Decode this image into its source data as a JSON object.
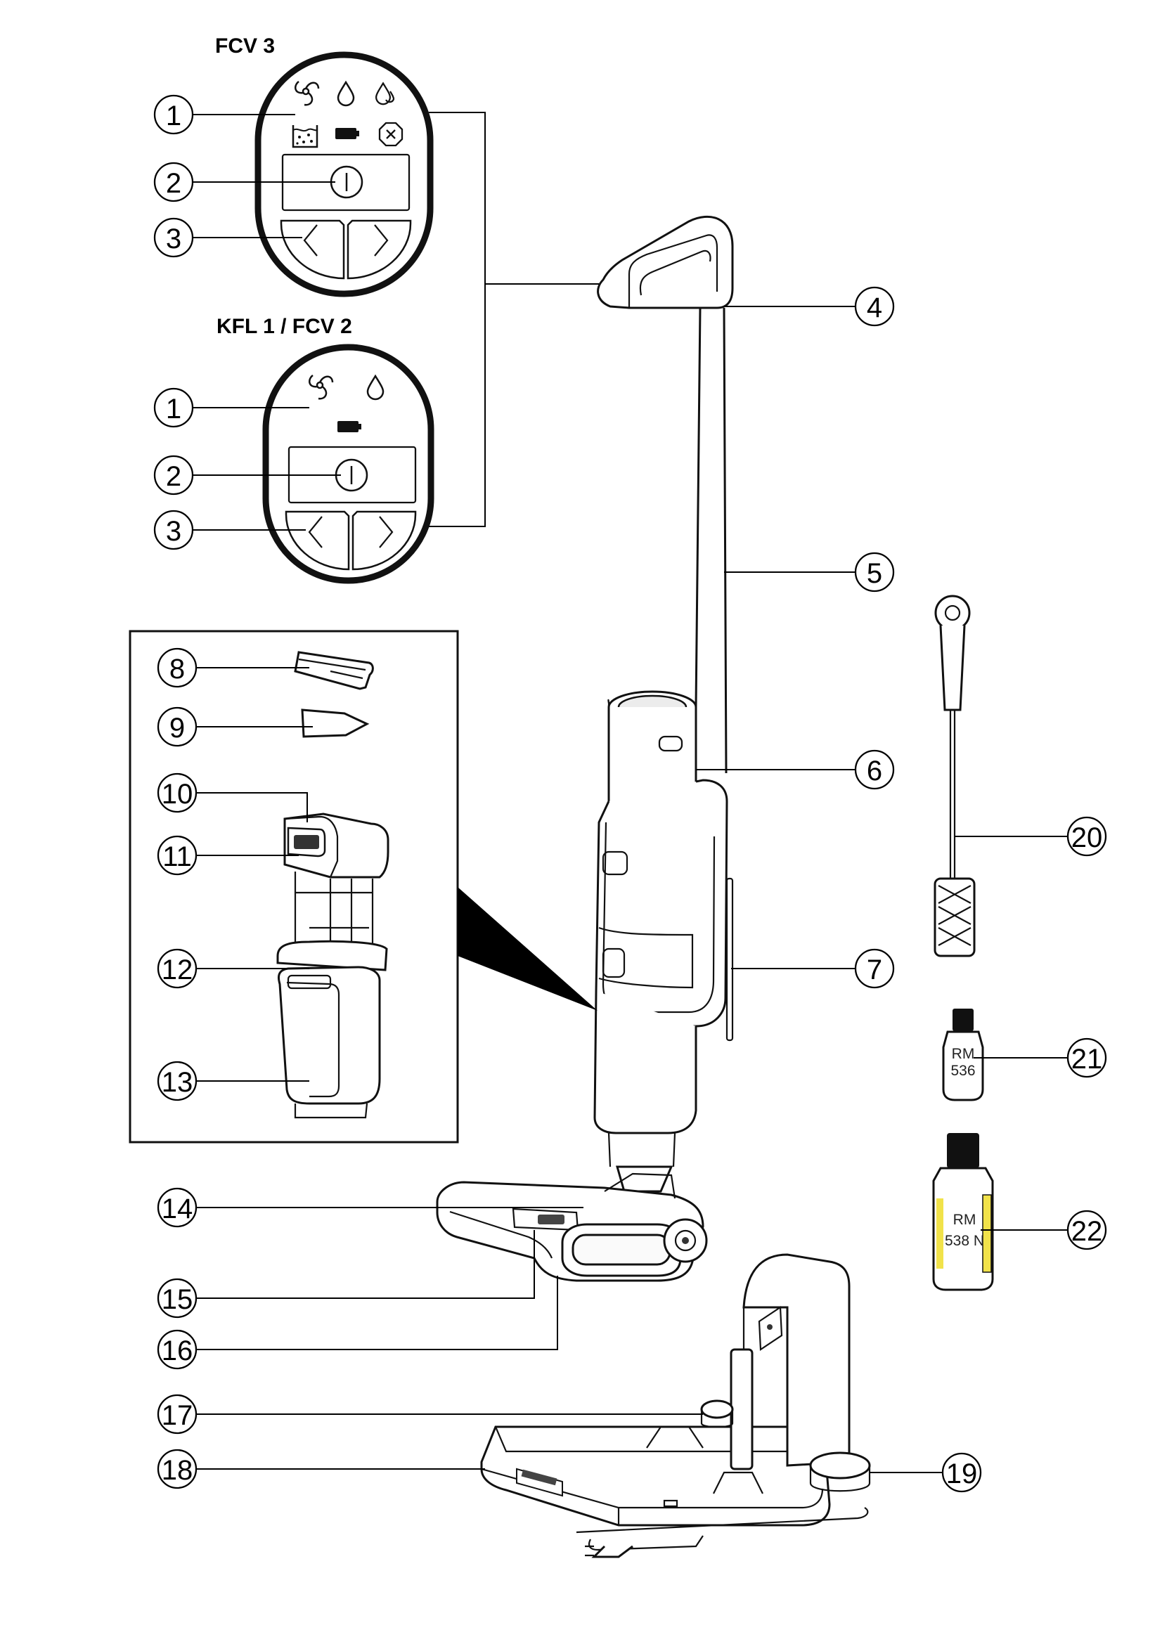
{
  "panels": {
    "fcv3_title": "FCV 3",
    "kfl1_title": "KFL 1 / FCV 2"
  },
  "callouts": {
    "fcv3": [
      "1",
      "2",
      "3"
    ],
    "kfl1": [
      "1",
      "2",
      "3"
    ],
    "parts": [
      "4",
      "5",
      "6",
      "7",
      "8",
      "9",
      "10",
      "11",
      "12",
      "13",
      "14",
      "15",
      "16",
      "17",
      "18",
      "19",
      "20",
      "21",
      "22"
    ]
  },
  "bottles": {
    "small": {
      "line1": "RM",
      "line2": "536"
    },
    "large": {
      "line1": "RM",
      "line2": "538 N"
    }
  },
  "icons": {
    "fcv3": [
      "fan-icon",
      "drop-icon",
      "double-drop-icon",
      "dirty-water-tank-icon",
      "battery-icon",
      "error-cross-icon",
      "power-icon",
      "arrow-left-icon",
      "arrow-right-icon"
    ],
    "kfl1": [
      "fan-icon",
      "drop-icon",
      "battery-icon",
      "power-icon",
      "arrow-left-icon",
      "arrow-right-icon"
    ]
  }
}
